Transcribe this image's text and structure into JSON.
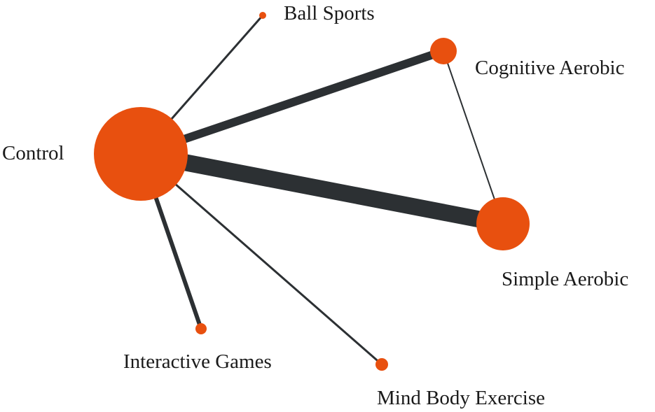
{
  "colors": {
    "node": "#e8500f",
    "edge": "#2c3033",
    "text": "#1a1a1a",
    "background": "#ffffff"
  },
  "nodes": [
    {
      "id": "control",
      "label": "Control"
    },
    {
      "id": "ball_sports",
      "label": "Ball Sports"
    },
    {
      "id": "cognitive_aerobic",
      "label": "Cognitive Aerobic"
    },
    {
      "id": "simple_aerobic",
      "label": "Simple Aerobic"
    },
    {
      "id": "interactive_games",
      "label": "Interactive Games"
    },
    {
      "id": "mind_body_exercise",
      "label": "Mind Body Exercise"
    }
  ],
  "edges": [
    {
      "from": "control",
      "to": "ball_sports"
    },
    {
      "from": "control",
      "to": "cognitive_aerobic"
    },
    {
      "from": "control",
      "to": "simple_aerobic"
    },
    {
      "from": "control",
      "to": "interactive_games"
    },
    {
      "from": "control",
      "to": "mind_body_exercise"
    },
    {
      "from": "cognitive_aerobic",
      "to": "simple_aerobic"
    }
  ]
}
